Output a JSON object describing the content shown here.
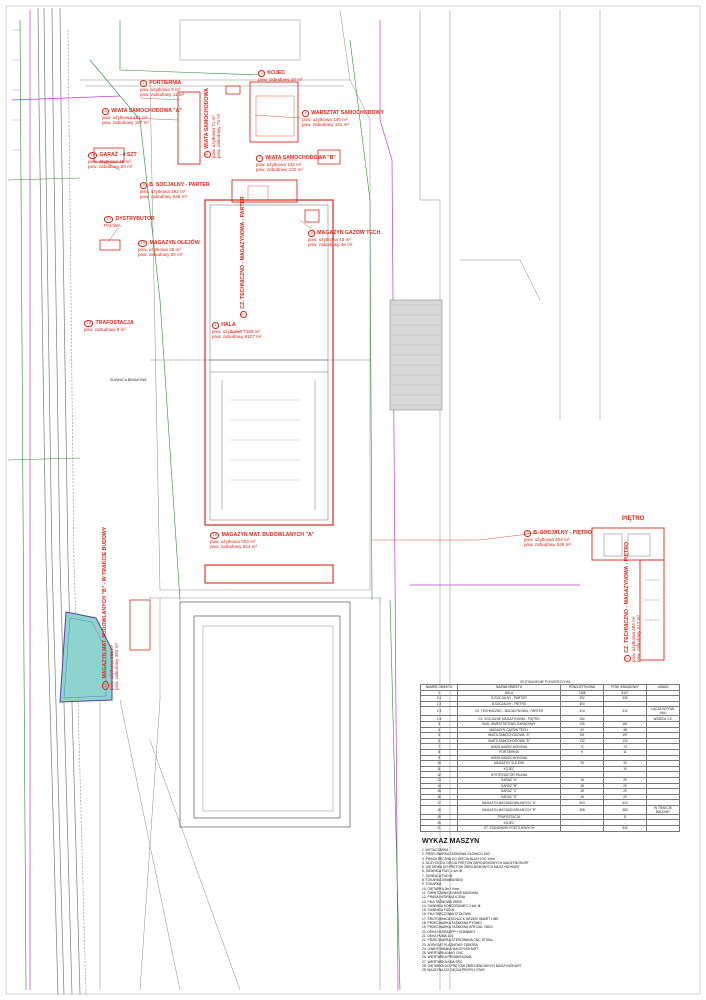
{
  "colors": {
    "label": "#e0261b",
    "building": "#e0261b",
    "road": "#7a7a7a",
    "green": "#2e8b3a",
    "pond": "#8fd3cf",
    "magenta": "#c23bd1"
  },
  "labels": {
    "portiernia": {
      "num": "1",
      "title": "PORTIERNIA",
      "l1": "pow. użytkowa 9 m²",
      "l2": "pow. zabudowy 11 m²"
    },
    "kojec": {
      "num": "2",
      "title": "KOJEC",
      "l1": "pow. zabudowy 10 m²"
    },
    "wiata_a": {
      "num": "6",
      "title": "WIATA SAMOCHODOWA \"A\"",
      "l1": "pow. użytkowa 191 m²",
      "l2": "pow. zabudowy 197 m²"
    },
    "warsztat": {
      "num": "4",
      "title": "WARSZTAT SAMOCHODOWY",
      "l1": "pow. użytkowa 145 m²",
      "l2": "pow. zabudowy 161 m²"
    },
    "wiata_b": {
      "num": "7",
      "title": "WIATA SAMOCHODOWA \"B\"",
      "l1": "pow. użytkowa 132 m²",
      "l2": "pow. zabudowy 132 m²"
    },
    "garaz": {
      "num": "10",
      "title": "GARAŻ - 4 SZT",
      "l1": "pow. użytkowa 18 m²",
      "l2": "pow. zabudowy 20 m²"
    },
    "socjalny_parter": {
      "num": "3",
      "title": "B. SOCJALNY - PARTER",
      "l1": "pow. użytkowa 392 m²",
      "l2": "pow. zabudowy 526 m²"
    },
    "dystrybutor": {
      "num": "19",
      "title": "DYSTRYBUTOR",
      "l1": "PALIWA"
    },
    "magazyn_gazow": {
      "num": "5",
      "title": "MAGAZYN GAZÓW TECH.",
      "l1": "pow. użytkowa 43 m²",
      "l2": "pow. zabudowy 48 m²"
    },
    "magazyn_olejow": {
      "num": "15",
      "title": "MAGAZYN OLEJÓW",
      "l1": "pow. użytkowa 25 m²",
      "l2": "pow. zabudowy 30 m²"
    },
    "trafostacja": {
      "num": "18",
      "title": "TRAFOSTACJA",
      "l1": "pow. zabudowy 8 m²"
    },
    "hala": {
      "num": "1",
      "title": "HALA",
      "l1": "pow. użytkowa 7468 m²",
      "l2": "pow. zabudowy 8107 m²"
    },
    "magazyn_mat_a": {
      "num": "16",
      "title": "MAGAZYN MAT. BUDOWLANYCH \"A\"",
      "l1": "pow. użytkowa 503 m²",
      "l2": "pow. zabudowy 524 m²"
    },
    "socjalny_pietro": {
      "num": "3",
      "title": "B. SOCJALNY - PIĘTRO",
      "l1": "pow. użytkowa 404 m²",
      "l2": "pow. zabudowy 526 m²"
    },
    "pietro": {
      "title": "PIĘTRO"
    },
    "cz_tech_parter": {
      "num": "2",
      "title": "CZ. TECHNICZNO - MAGAZYNOWA - PARTER"
    },
    "cz_tech_pietro": {
      "num": "2",
      "title": "CZ. TECHNICZNO - MAGAZYNOWA - PIĘTRO",
      "l1": "pow. użytkowa 484 m²",
      "l2": "pow. zabudowy 512 m²"
    },
    "wiata_sam_c": {
      "num": "8",
      "title": "WIATA SAMOCHODOWA",
      "l1": "pow. użytkowa 71 m²",
      "l2": "pow. zabudowy 73 m²"
    },
    "magazyn_mat_b": {
      "num": "17",
      "title": "MAGAZYN MAT. BUDOWLANYCH \"B\" - W TRAKCIE BUDOWY",
      "l1": "pow. użytkowa 358 m²",
      "l2": "pow. zabudowy 383 m²"
    },
    "suwnica": {
      "title": "SUWNICA BRAMOWA"
    }
  },
  "areas_table": {
    "caption": "ZESTAWIENIE POWIERZCHNI",
    "headers": [
      "NUMER OBIEKTU",
      "NAZWA OBIEKTU",
      "POW.UŻYTKOWA",
      "POW. ZABUDOWY",
      "UWAGI"
    ],
    "rows": [
      [
        "1",
        "HALA",
        "7468",
        "8107",
        ""
      ],
      [
        "2.1",
        "B.SOCJALNY - PARTER",
        "392",
        "526",
        ""
      ],
      [
        "2.2",
        "B.SOCJALNY - PIĘTRO",
        "404",
        "",
        ""
      ],
      [
        "2.3",
        "CZ. TECHNICZNO - MAGAZYNOWA - PARTER",
        "314",
        "512",
        "ŁĄCZA W POW. HALI"
      ],
      [
        "2.4",
        "CZ. SOCJALNE MAGAZYNOWA - PIĘTRO",
        "152",
        "",
        "WSZEDŁ CZ."
      ],
      [
        "3",
        "BUD. WARSZTATOWO-GARAŻOWY",
        "145",
        "161",
        ""
      ],
      [
        "4",
        "MAGAZYN GAZÓW TECH.",
        "43",
        "48",
        ""
      ],
      [
        "5",
        "WIATA SAMOCHODOWA \"A\"",
        "191",
        "197",
        ""
      ],
      [
        "6",
        "WIATA SAMOCHODOWA \"B\"",
        "132",
        "132",
        ""
      ],
      [
        "7",
        "WIATA SAMOCHODOWA",
        "71",
        "73",
        ""
      ],
      [
        "8",
        "PORTIERNIA",
        "9",
        "11",
        ""
      ],
      [
        "9",
        "WIATA SAMOCHODOWA",
        "",
        "",
        ""
      ],
      [
        "10",
        "MAGAZYN OLEJÓW",
        "25",
        "30",
        ""
      ],
      [
        "11",
        "KOJEC",
        "",
        "10",
        ""
      ],
      [
        "12",
        "DYSTRYBUTOR PALIWA",
        "",
        "",
        ""
      ],
      [
        "13",
        "GARAŻ \"A\"",
        "18",
        "20",
        ""
      ],
      [
        "14",
        "GARAŻ \"B\"",
        "18",
        "20",
        ""
      ],
      [
        "15",
        "GARAŻ \"C\"",
        "18",
        "20",
        ""
      ],
      [
        "16",
        "GARAŻ \"D\"",
        "18",
        "20",
        ""
      ],
      [
        "17",
        "MAGAZYN MAT.BUDOWLANYCH \"A\"",
        "503",
        "524",
        ""
      ],
      [
        "18",
        "MAGAZYN MAT.BUDOWLANYCH \"B\"",
        "358",
        "383",
        "W TRAKCIE BUDOWY"
      ],
      [
        "19",
        "TRAFOSTACJA",
        "",
        "8",
        ""
      ],
      [
        "20",
        "KOJEC",
        "-",
        "-",
        ""
      ],
      [
        "21",
        "ST. STANOWISK POSTOJOWYCH",
        "-",
        "542",
        ""
      ]
    ]
  },
  "machines": {
    "title": "WYKAZ MASZYN",
    "items": [
      "1. WYTACZARKA",
      "2. PRZECINARKA TAŚMOWA GŁOWICO 600",
      "3. PRASA RĘCZNA DO GIĘCIA BLACH DO 1mm",
      "4. NOŻYCE DO CIĘCIA PRĘTÓW ZBROJENIOWYCH MAGZYNOHURT",
      "5. GIĘTARKA DO PRĘTÓW ZBROJENIOWYCH MAGZYNOHURT",
      "6. SUWNICA FUD -2 szt. 8t",
      "7. SUWNICA FUD 8t",
      "8. TOKARKA 500x880/3000",
      "9. TOKARKA",
      "10. GIĘTARKA 3m / 4mm",
      "11. GWINTOWNICA REMS MAGNUM",
      "12. PRASA HYDRAULICZNA",
      "13. PIŁA TAŚMOWA 25000",
      "14. SUWNICA KONCERANIEC 2 szt. 8t",
      "15. SUWNICA FUD 8t",
      "16. PIŁA TARCZOWA STOŁOWA",
      "17. ŚRUTOWNICA SCHLICK HB1500 SMART LINE",
      "18. PRZECINARKA TAŚMOWA PYSMIO",
      "19. PRZECINARKA TAŚMOWA SPECIAL 750DI",
      "20. DEKA HYDRAOPP + BOMBAKT",
      "21. DEKA PUMA 11/1",
      "22. PRZECINARKA STEROWANA CNC STIGAL",
      "23. AGREGAT PLAZMOWY CEBORA",
      "24. GWINTOWNIKA MAGZYNOHURT",
      "25. WIERTARKA MAG CNC",
      "26. WIERTARKA PROMIENIOWA",
      "27. WIERTARKA KMA SRC",
      "28. GIĘTARKA DO PRĘTÓW ZBROJENIOWYCH MAGZYNOHURT",
      "29. MASZYNA DO GIĘCIA PROFILI I RUR"
    ]
  }
}
